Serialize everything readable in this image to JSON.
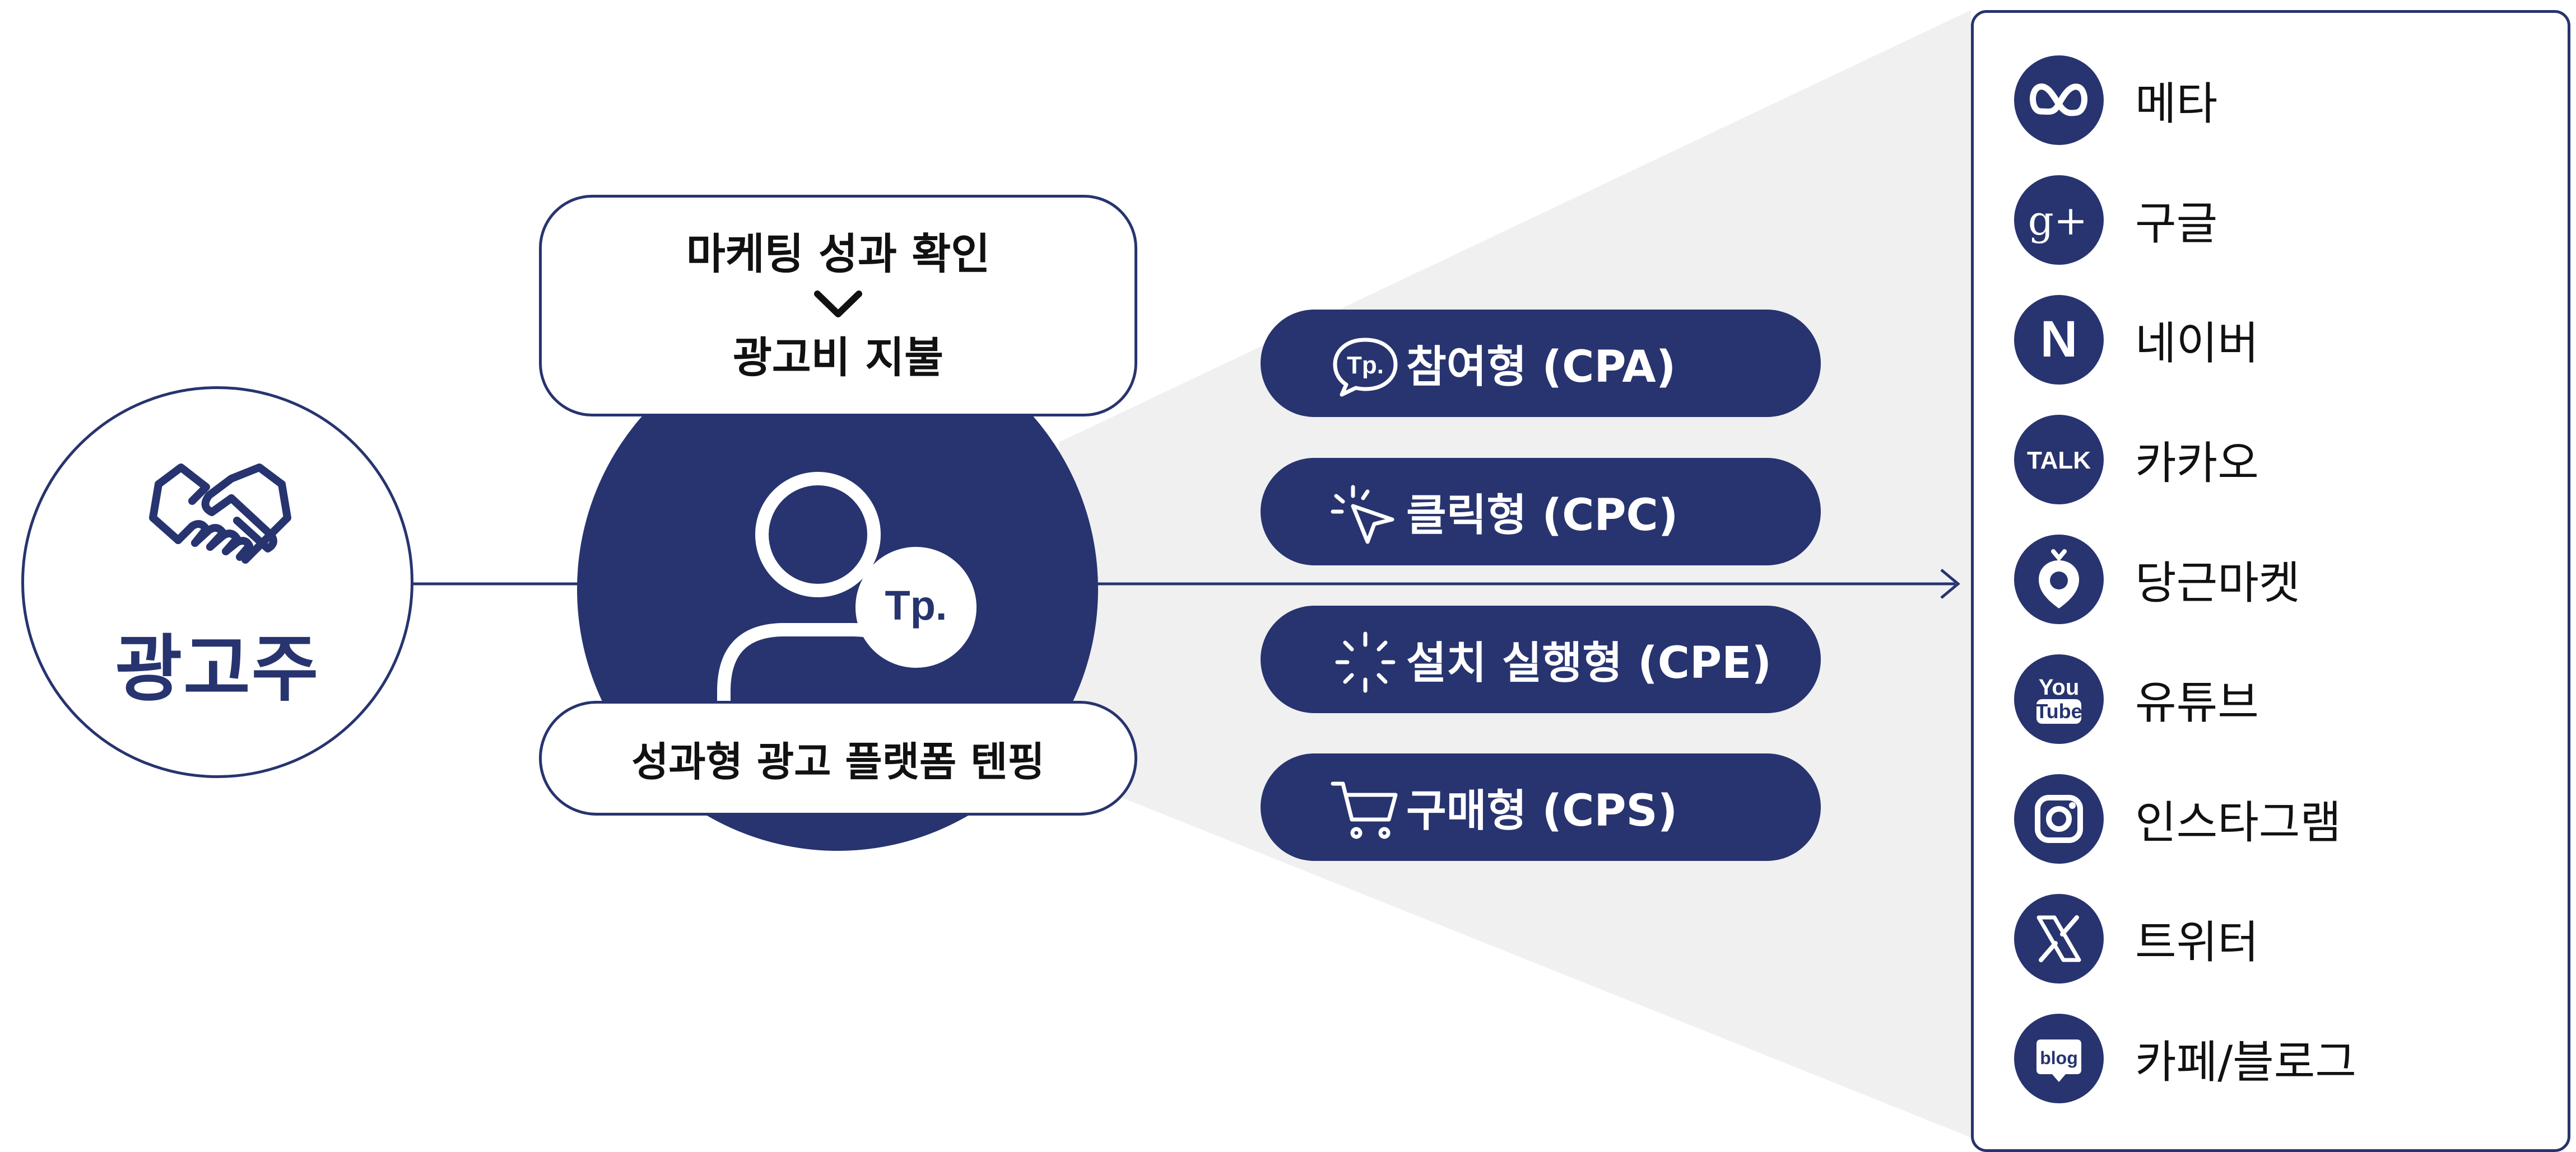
{
  "colors": {
    "navy": "#27346f",
    "funnel": "#f0f0f0",
    "white": "#ffffff"
  },
  "advertiser": {
    "label": "광고주",
    "icon": "handshake-icon"
  },
  "platform": {
    "top_box": {
      "line1": "마케팅 성과 확인",
      "line2": "광고비 지불",
      "icon": "chevron-down-icon"
    },
    "badge": "Tp.",
    "icon": "person-icon",
    "name": "성과형 광고 플랫폼 텐핑"
  },
  "ad_types": [
    {
      "label": "참여형 (CPA)",
      "icon": "speech-bubble-icon",
      "icon_text": "Tp."
    },
    {
      "label": "클릭형 (CPC)",
      "icon": "cursor-click-icon"
    },
    {
      "label": "설치 실행형 (CPE)",
      "icon": "loading-spinner-icon"
    },
    {
      "label": "구매형 (CPS)",
      "icon": "shopping-cart-icon"
    }
  ],
  "channels": [
    {
      "label": "메타",
      "icon": "meta-icon"
    },
    {
      "label": "구글",
      "icon": "google-plus-icon",
      "icon_text": "g+"
    },
    {
      "label": "네이버",
      "icon": "naver-icon",
      "icon_text": "N"
    },
    {
      "label": "카카오",
      "icon": "kakao-talk-icon",
      "icon_text": "TALK"
    },
    {
      "label": "당근마켓",
      "icon": "daangn-icon"
    },
    {
      "label": "유튜브",
      "icon": "youtube-icon",
      "icon_text": [
        "You",
        "Tube"
      ]
    },
    {
      "label": "인스타그램",
      "icon": "instagram-icon"
    },
    {
      "label": "트위터",
      "icon": "x-twitter-icon"
    },
    {
      "label": "카페/블로그",
      "icon": "blog-icon",
      "icon_text": "blog"
    }
  ]
}
